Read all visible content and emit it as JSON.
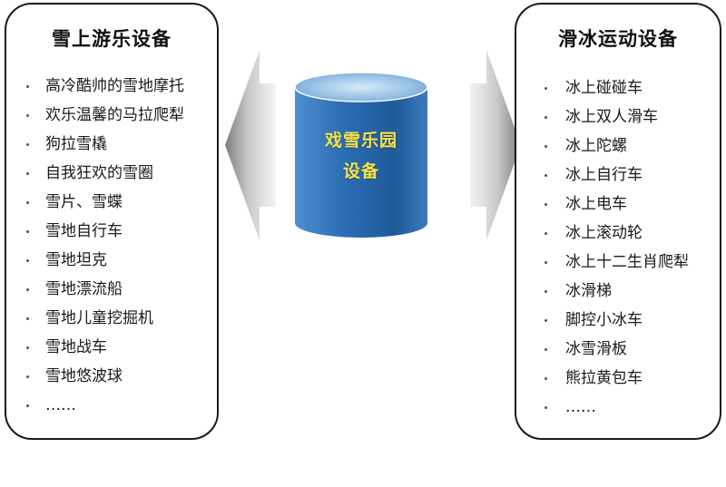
{
  "left_panel": {
    "title": "雪上游乐设备",
    "items": [
      "高冷酷帅的雪地摩托",
      "欢乐温馨的马拉爬犁",
      "狗拉雪橇",
      "自我狂欢的雪圈",
      "雪片、雪蝶",
      "雪地自行车",
      "雪地坦克",
      "雪地漂流船",
      "雪地儿童挖掘机",
      "雪地战车",
      "雪地悠波球",
      "……"
    ]
  },
  "right_panel": {
    "title": "滑冰运动设备",
    "items": [
      "冰上碰碰车",
      "冰上双人滑车",
      "冰上陀螺",
      "冰上自行车",
      "冰上电车",
      "冰上滚动轮",
      "冰上十二生肖爬犁",
      "冰滑梯",
      "脚控小冰车",
      "冰雪滑板",
      "熊拉黄包车",
      "……"
    ]
  },
  "center": {
    "label_line1": "戏雪乐园",
    "label_line2": "设备"
  },
  "colors": {
    "cylinder_top": "#9cc3e6",
    "cylinder_body": "#2f6fb0",
    "label": "#f6e24a",
    "arrow": "#c9c9c9",
    "panel_border": "#1a1a1a"
  }
}
